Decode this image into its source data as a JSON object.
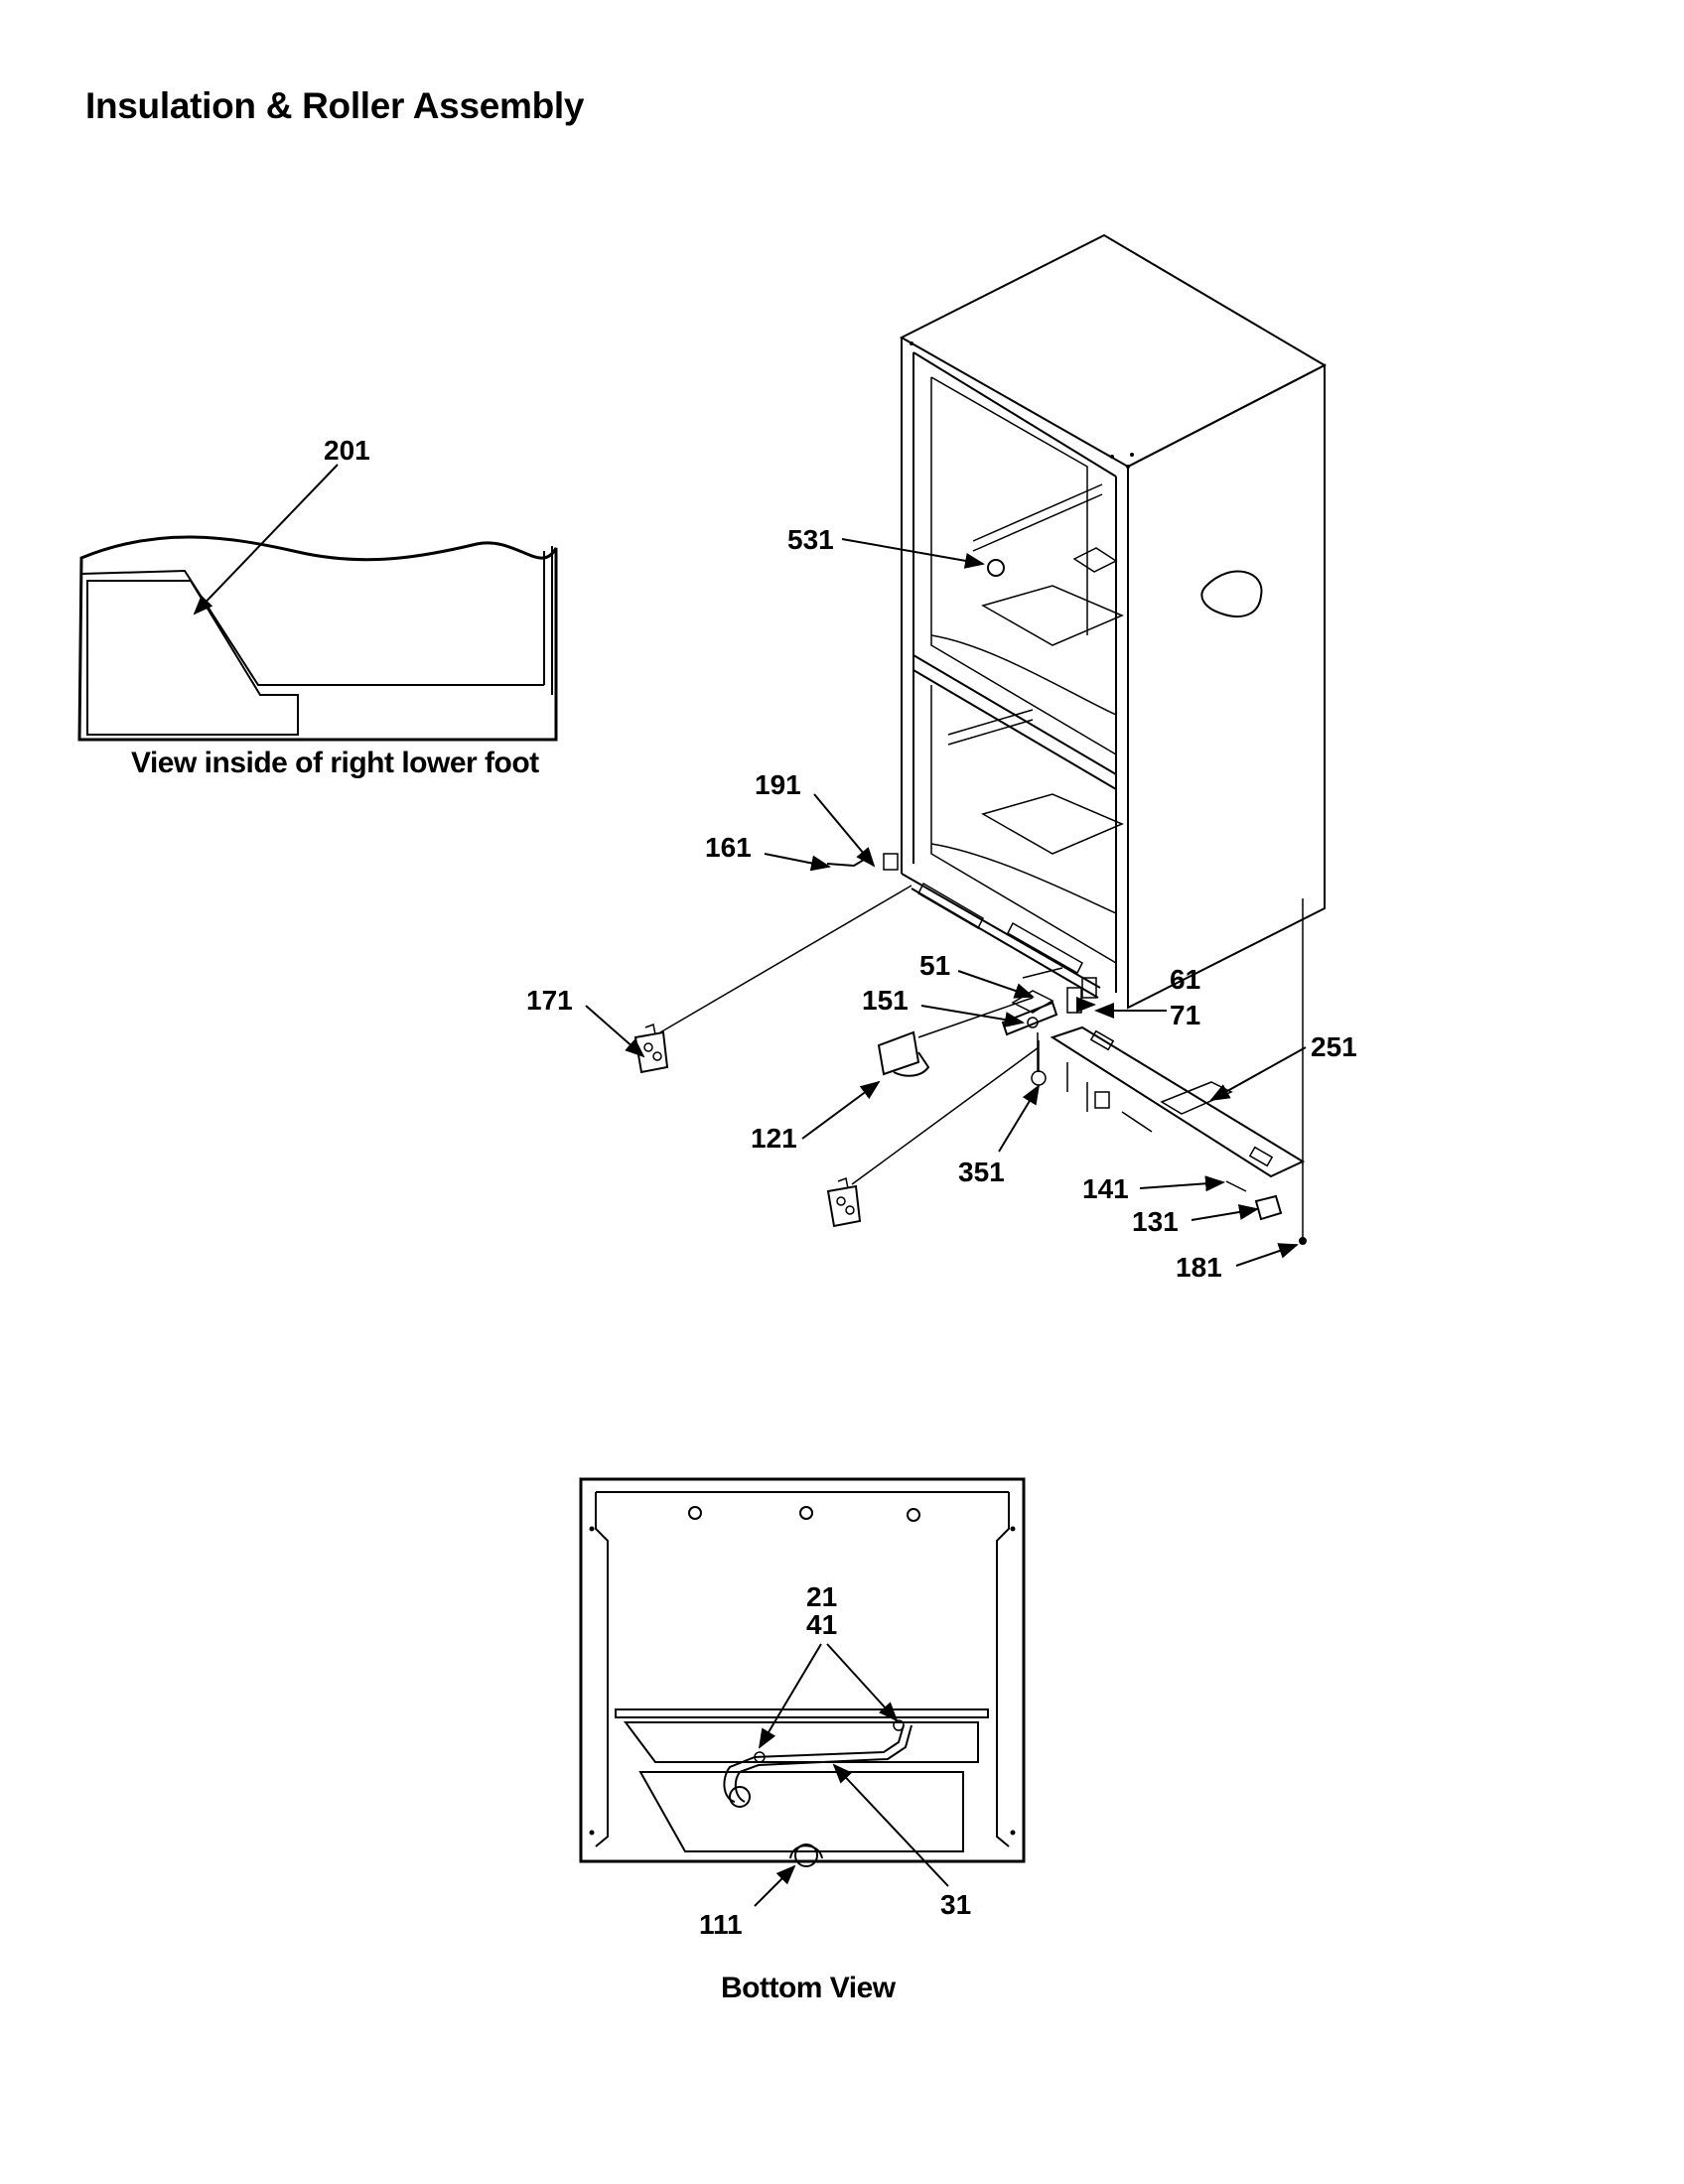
{
  "title": "Insulation & Roller Assembly",
  "captions": {
    "inset": "View inside of right lower foot",
    "bottom": "Bottom View"
  },
  "callouts": {
    "c201": "201",
    "c531": "531",
    "c191": "191",
    "c161": "161",
    "c171": "171",
    "c51": "51",
    "c151": "151",
    "c61": "61",
    "c71": "71",
    "c251": "251",
    "c121": "121",
    "c351": "351",
    "c141": "141",
    "c131": "131",
    "c181": "181",
    "c21": "21",
    "c41": "41",
    "c31": "31",
    "c111": "111"
  }
}
